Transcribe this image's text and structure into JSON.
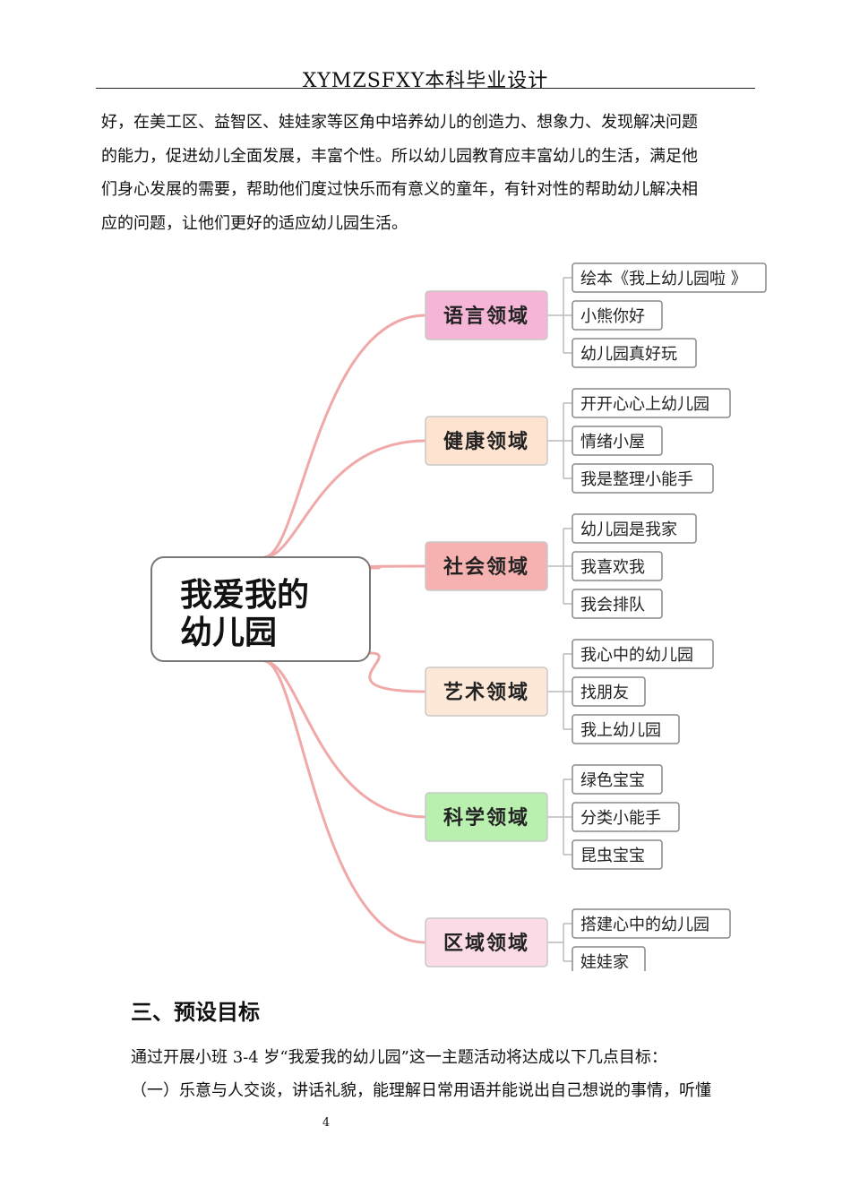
{
  "header": {
    "title": "XYMZSFXY本科毕业设计"
  },
  "body": {
    "paragraph1_lines": [
      "好，在美工区、益智区、娃娃家等区角中培养幼儿的创造力、想象力、发现解决问题",
      "的能力，促进幼儿全面发展，丰富个性。所以幼儿园教育应丰富幼儿的生活，满足他",
      "们身心发展的需要，帮助他们度过快乐而有意义的童年，有针对性的帮助幼儿解决相",
      "应的问题，让他们更好的适应幼儿园生活。"
    ],
    "section_heading": "三、预设目标",
    "paragraph2": "通过开展小班 3-4 岁“我爱我的幼儿园”这一主题活动将达成以下几点目标：",
    "paragraph3": "（一）乐意与人交谈，讲话礼貌，能理解日常用语并能说出自己想说的事情，听懂"
  },
  "mindmap": {
    "root_lines": [
      "我爱我的",
      "幼儿园"
    ],
    "domains": [
      {
        "label": "语言领域",
        "color": "#f5b5d6",
        "items": [
          "绘本《我上幼儿园啦 》",
          "小熊你好",
          "幼儿园真好玩"
        ]
      },
      {
        "label": "健康领域",
        "color": "#fde3d0",
        "items": [
          "开开心心上幼儿园",
          "情绪小屋",
          "我是整理小能手"
        ]
      },
      {
        "label": "社会领域",
        "color": "#f6b1b1",
        "items": [
          "幼儿园是我家",
          "我喜欢我",
          "我会排队"
        ]
      },
      {
        "label": "艺术领域",
        "color": "#fde8d8",
        "items": [
          "我心中的幼儿园",
          "找朋友",
          "我上幼儿园"
        ]
      },
      {
        "label": "科学领域",
        "color": "#b9f0b0",
        "items": [
          "绿色宝宝",
          "分类小能手",
          "昆虫宝宝"
        ]
      },
      {
        "label": "区域领域",
        "color": "#fbdce6",
        "items": [
          "搭建心中的幼儿园",
          "娃娃家"
        ]
      }
    ]
  },
  "footer": {
    "page_number": "4"
  }
}
